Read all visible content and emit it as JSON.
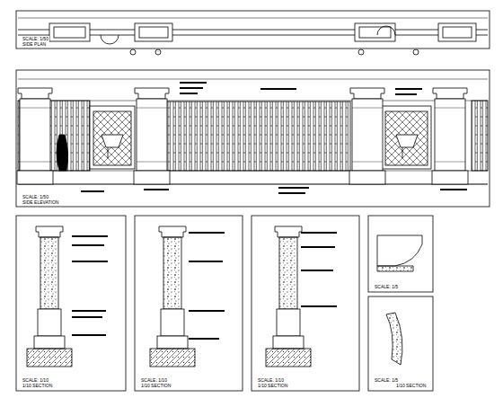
{
  "diagram": {
    "labels": [
      "SCALE: 1/50",
      "SIDE PLAN",
      "SCALE: 1/50",
      "SIDE ELEVATION",
      "SCALE: 1/10",
      "1/10 SECTION",
      "SCALE: 1/10",
      "1/10 SECTION",
      "SCALE: 1/10",
      "1/10 SECTION",
      "SCALE: 1/5",
      "SCALE: 1/5",
      "1/10 SECTION"
    ]
  }
}
